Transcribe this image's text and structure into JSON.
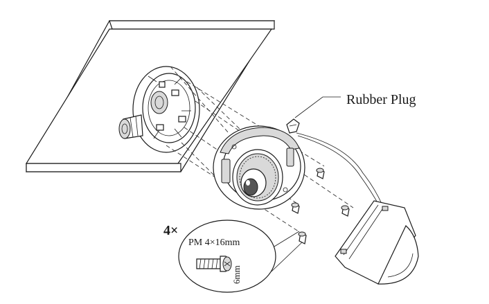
{
  "labels": {
    "rubber_plug": "Rubber Plug",
    "screw_count": "4×",
    "screw_spec": "PM 4×16mm",
    "screw_head": "6mm"
  }
}
